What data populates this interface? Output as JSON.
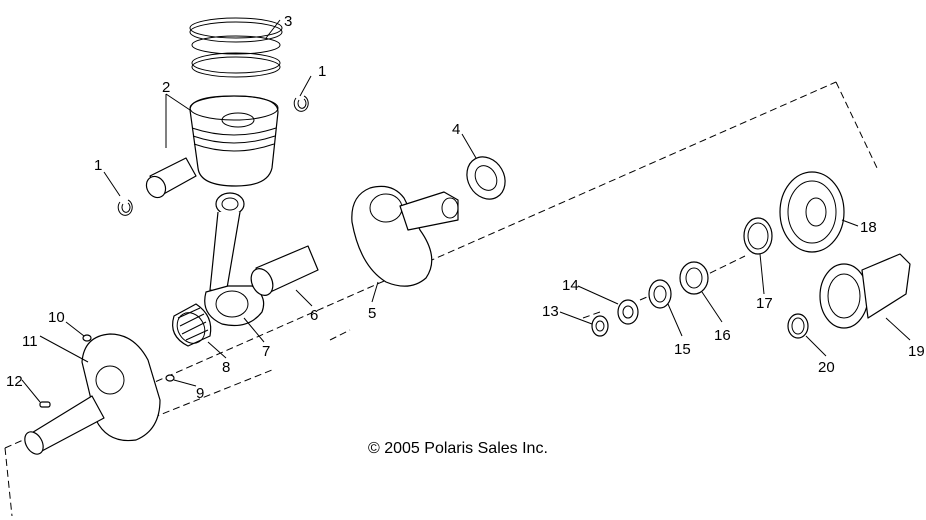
{
  "diagram": {
    "copyright": "© 2005 Polaris Sales Inc.",
    "callouts": [
      "1",
      "1",
      "2",
      "3",
      "4",
      "5",
      "6",
      "7",
      "8",
      "9",
      "10",
      "11",
      "12",
      "13",
      "14",
      "15",
      "16",
      "17",
      "18",
      "19",
      "20"
    ]
  }
}
